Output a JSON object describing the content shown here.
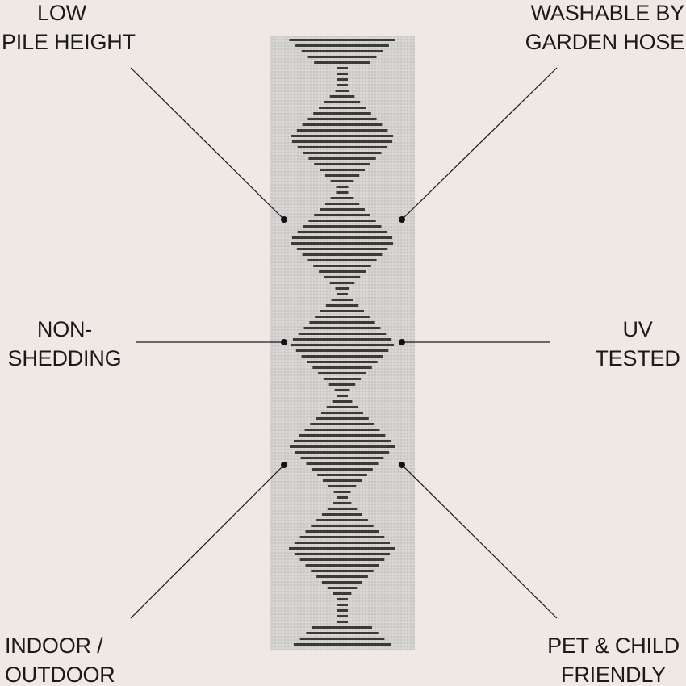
{
  "features": {
    "low_pile": {
      "line1": "LOW",
      "line2": "PILE HEIGHT"
    },
    "washable": {
      "line1": "WASHABLE BY",
      "line2": "GARDEN HOSE"
    },
    "non_shedding": {
      "line1": "NON-",
      "line2": "SHEDDING"
    },
    "uv_tested": {
      "line1": "UV",
      "line2": "TESTED"
    },
    "indoor_outdoor": {
      "line1": "INDOOR /",
      "line2": "OUTDOOR"
    },
    "pet_child": {
      "line1": "PET & CHILD",
      "line2": "FRIENDLY"
    }
  },
  "colors": {
    "background": "#efe8e4",
    "rug_base": "#d3d1cf",
    "rug_stripe": "#3c3a39",
    "line": "#1a1a1a"
  }
}
